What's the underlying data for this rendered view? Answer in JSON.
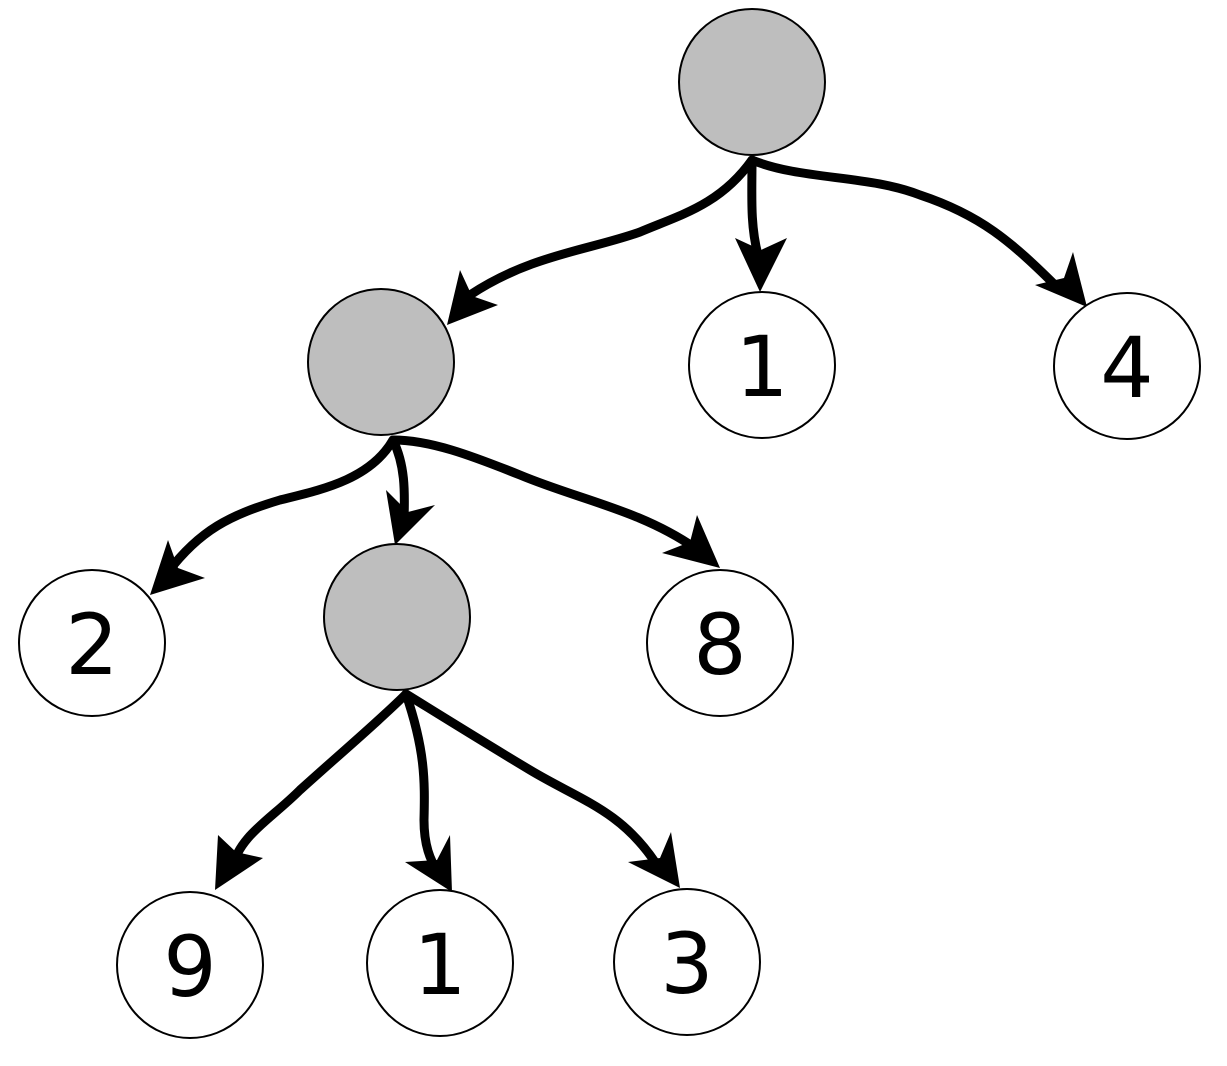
{
  "colors": {
    "internal_fill": "#bebebe",
    "leaf_fill": "#ffffff",
    "stroke": "#000000"
  },
  "tree": {
    "nodes": [
      {
        "id": "root",
        "type": "internal",
        "label": ""
      },
      {
        "id": "mid",
        "type": "internal",
        "label": ""
      },
      {
        "id": "leaf-1-top",
        "type": "leaf",
        "label": "1"
      },
      {
        "id": "leaf-4",
        "type": "leaf",
        "label": "4"
      },
      {
        "id": "leaf-2",
        "type": "leaf",
        "label": "2"
      },
      {
        "id": "low",
        "type": "internal",
        "label": ""
      },
      {
        "id": "leaf-8",
        "type": "leaf",
        "label": "8"
      },
      {
        "id": "leaf-9",
        "type": "leaf",
        "label": "9"
      },
      {
        "id": "leaf-1-bottom",
        "type": "leaf",
        "label": "1"
      },
      {
        "id": "leaf-3",
        "type": "leaf",
        "label": "3"
      }
    ],
    "edges": [
      {
        "from": "root",
        "to": "mid"
      },
      {
        "from": "root",
        "to": "leaf-1-top"
      },
      {
        "from": "root",
        "to": "leaf-4"
      },
      {
        "from": "mid",
        "to": "leaf-2"
      },
      {
        "from": "mid",
        "to": "low"
      },
      {
        "from": "mid",
        "to": "leaf-8"
      },
      {
        "from": "low",
        "to": "leaf-9"
      },
      {
        "from": "low",
        "to": "leaf-1-bottom"
      },
      {
        "from": "low",
        "to": "leaf-3"
      }
    ]
  }
}
